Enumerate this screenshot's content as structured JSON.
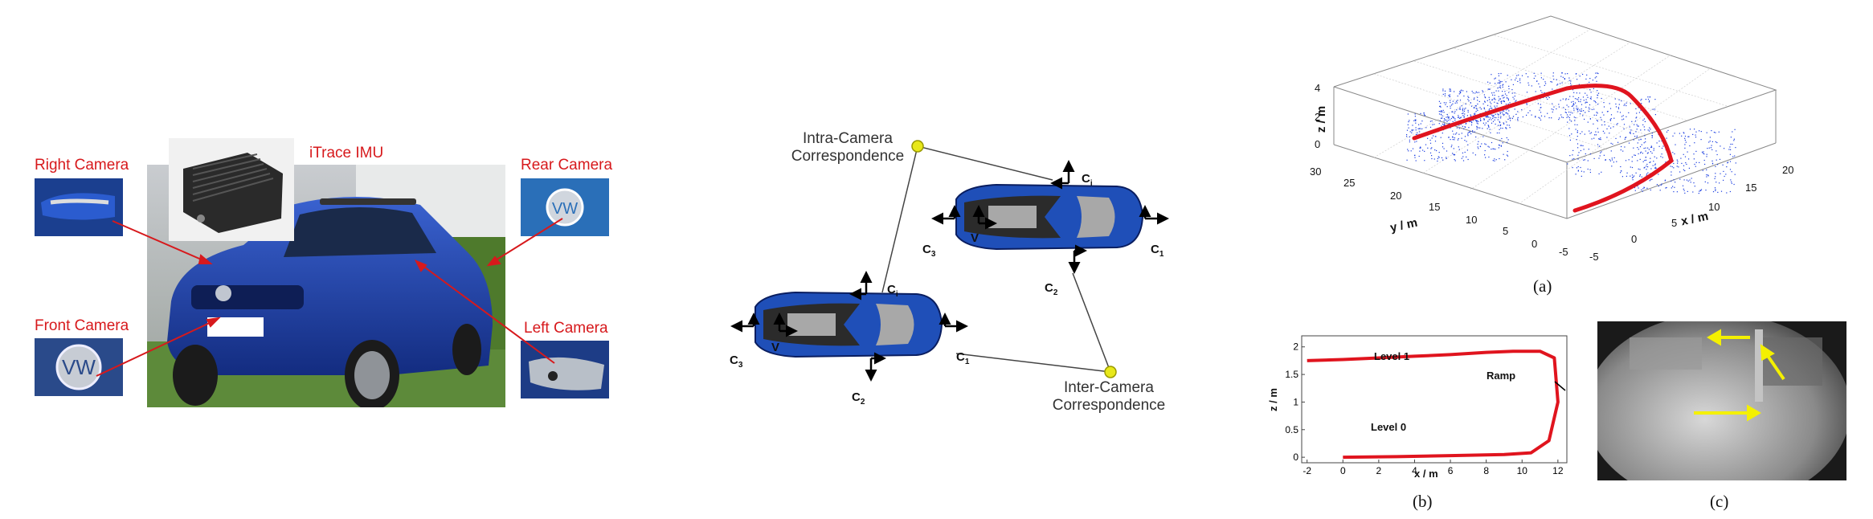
{
  "panel_left": {
    "labels": {
      "right_camera": "Right Camera",
      "front_camera": "Front Camera",
      "itrace_imu": "iTrace IMU",
      "rear_camera": "Rear Camera",
      "left_camera": "Left Camera"
    },
    "colors": {
      "label_red": "#d7191c",
      "car_blue": "#1f3f9e"
    }
  },
  "panel_middle": {
    "intra_label_line1": "Intra-Camera",
    "intra_label_line2": "Correspondence",
    "inter_label_line1": "Inter-Camera",
    "inter_label_line2": "Correspondence",
    "cam_letter": "C",
    "cam_indices": {
      "i": "i",
      "one": "1",
      "two": "2",
      "three": "3"
    },
    "vehicle_frame": "V",
    "colors": {
      "car": "#1f4fb8",
      "node": "#e8e81a"
    }
  },
  "panel_right": {
    "plot_a": {
      "caption": "(a)",
      "zlabel": "z / m",
      "ylabel": "y / m",
      "xlabel": "x / m",
      "z_ticks": [
        "4",
        "2",
        "0"
      ],
      "y_ticks": [
        "30",
        "25",
        "20",
        "15",
        "10",
        "5",
        "0",
        "-5"
      ],
      "x_ticks": [
        "-5",
        "0",
        "5",
        "10",
        "15",
        "20"
      ]
    },
    "plot_b": {
      "caption": "(b)",
      "xlabel": "x / m",
      "ylabel": "z / m",
      "y_ticks": [
        "2",
        "1.5",
        "1",
        "0.5",
        "0"
      ],
      "x_ticks": [
        "-2",
        "0",
        "2",
        "4",
        "6",
        "8",
        "10",
        "12"
      ],
      "level1": "Level 1",
      "level0": "Level 0",
      "ramp": "Ramp"
    },
    "plot_c": {
      "caption": "(c)"
    },
    "colors": {
      "trajectory": "#e0141e",
      "points": "#1a3de0",
      "arrow": "#f4f000"
    }
  },
  "chart_data": {
    "type": "line",
    "x": [
      -2,
      0,
      2,
      4,
      6,
      8,
      9.5,
      11,
      11.8,
      12,
      11.5,
      10.5,
      9,
      6,
      3,
      0
    ],
    "series": [
      {
        "name": "",
        "values": [
          1.75,
          1.77,
          1.8,
          1.83,
          1.86,
          1.9,
          1.92,
          1.92,
          1.8,
          1.0,
          0.3,
          0.08,
          0.05,
          0.03,
          0.01,
          0.0
        ]
      }
    ],
    "xlabel": "x / m",
    "ylabel": "z / m",
    "xlim": [
      -2.3,
      12.5
    ],
    "ylim": [
      -0.1,
      2.2
    ],
    "annotations": [
      "Level 1",
      "Level 0",
      "Ramp"
    ],
    "grid": false
  }
}
